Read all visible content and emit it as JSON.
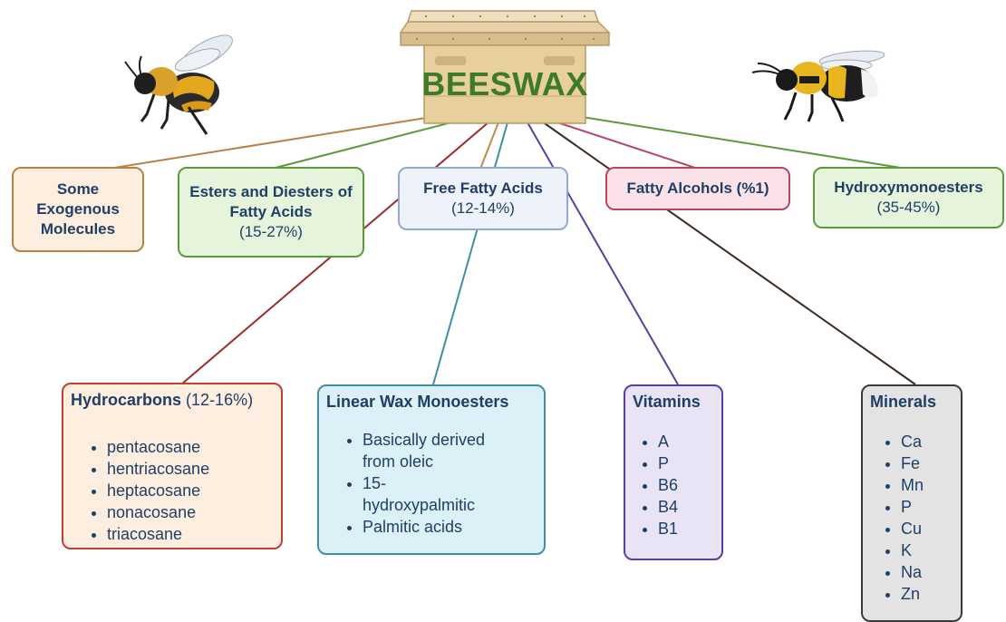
{
  "hive": {
    "label": "BEESWAX",
    "icon": "beehive-icon"
  },
  "bees": [
    "bee-icon",
    "bumblebee-icon"
  ],
  "categories": {
    "exogenous": {
      "title": "Some Exogenous Molecules"
    },
    "esters": {
      "title": "Esters and Diesters of Fatty Acids",
      "value": "(15-27%)"
    },
    "free_fatty_acids": {
      "title": "Free Fatty Acids",
      "value": "(12-14%)"
    },
    "fatty_alcohols": {
      "title": "Fatty Alcohols (%1)"
    },
    "hydroxymonoesters": {
      "title": "Hydroxymonoesters",
      "value": "(35-45%)"
    }
  },
  "details": {
    "hydrocarbons": {
      "title": "Hydrocarbons",
      "value": "(12-16%)",
      "items": [
        "pentacosane",
        "hentriacosane",
        "heptacosane",
        "nonacosane",
        "triacosane"
      ]
    },
    "linear_wax": {
      "title": "Linear Wax Monoesters",
      "items": [
        "Basically derived from oleic",
        "15-hydroxypalmitic",
        "Palmitic acids"
      ]
    },
    "vitamins": {
      "title": "Vitamins",
      "items": [
        "A",
        "P",
        "B6",
        "B4",
        "B1"
      ]
    },
    "minerals": {
      "title": "Minerals",
      "items": [
        "Ca",
        "Fe",
        "Mn",
        "P",
        "Cu",
        "K",
        "Na",
        "Zn"
      ]
    }
  },
  "colors": {
    "tan": "#b98244",
    "green": "#5c9a3c",
    "blue": "#92a8d6",
    "pink": "#b9475e",
    "red": "#c04030",
    "teal": "#3f8fa5",
    "purple": "#5a3ea0",
    "dark": "#3a3a3a",
    "text": "#1f3f66"
  }
}
